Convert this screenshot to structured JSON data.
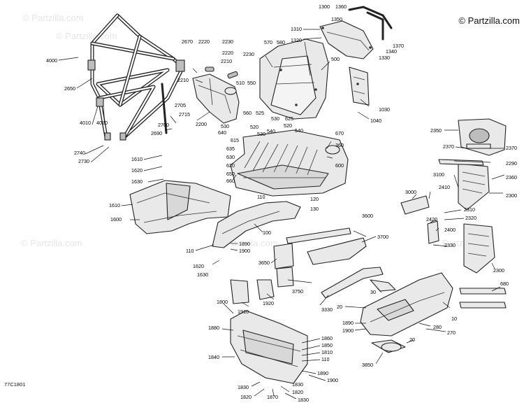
{
  "brand": "© Partzilla.com",
  "watermark": "© Partzilla.com",
  "diagram_code": "77C1801",
  "labels": {
    "l4000": "4000",
    "l2650": "2650",
    "l4010": "4010",
    "l4020": "4020",
    "l2740": "2740",
    "l2730": "2730",
    "l2670": "2670",
    "l2220": "2220",
    "l2230a": "2230",
    "l2220b": "2220",
    "l2230b": "2230",
    "l2210a": "2210",
    "l2210b": "2210",
    "l2200": "2200",
    "l2705": "2705",
    "l2715": "2715",
    "l2700": "2700",
    "l2690": "2690",
    "l570": "570",
    "l580": "580",
    "l510": "510",
    "l550": "550",
    "l560": "560",
    "l525": "525",
    "l625": "625",
    "l530a": "530",
    "l520": "520",
    "l540": "540",
    "l500": "500",
    "l1300": "1300",
    "l1360": "1360",
    "l1350": "1350",
    "l1310": "1310",
    "l1320": "1320",
    "l1370": "1370",
    "l1340": "1340",
    "l1330": "1330",
    "l1030": "1030",
    "l1040": "1040",
    "l530b": "530",
    "l640": "640",
    "l520b": "520",
    "l530c": "530",
    "l615": "615",
    "l540b": "540",
    "l635": "635",
    "l630": "630",
    "l620": "620",
    "l650": "650",
    "l660": "660",
    "l670": "670",
    "l360": "360",
    "l600": "600",
    "l1610a": "1610",
    "l1620": "1620",
    "l1630": "1630",
    "l1610b": "1610",
    "l1600": "1600",
    "l110a": "110",
    "l120": "120",
    "l130": "130",
    "l100": "100",
    "l110b": "110",
    "l1890a": "1890",
    "l1900a": "1900",
    "l1620b": "1620",
    "l1630b": "1630",
    "l3600": "3600",
    "l3700": "3700",
    "l3650": "3650",
    "l1910": "1910",
    "l1920": "1920",
    "l3750": "3750",
    "l3330": "3330",
    "l2350": "2350",
    "l2370a": "2370",
    "l2370b": "2370",
    "l2290": "2290",
    "l3100": "3100",
    "l3000": "3000",
    "l2410": "2410",
    "l2360": "2360",
    "l2300a": "2300",
    "l2310": "2310",
    "l2420": "2420",
    "l2320": "2320",
    "l2400": "2400",
    "l2330": "2330",
    "l2300b": "2300",
    "l30": "30",
    "l20a": "20",
    "l1890b": "1890",
    "l1900b": "1900",
    "l10": "10",
    "l280": "280",
    "l270": "270",
    "l20b": "20",
    "l680": "680",
    "l3850": "3850",
    "l1800": "1800",
    "l1880": "1880",
    "l1860": "1860",
    "l1850": "1850",
    "l1810": "1810",
    "l110c": "110",
    "l1840": "1840",
    "l1890c": "1890",
    "l1900c": "1900",
    "l1830a": "1830",
    "l1820a": "1820",
    "l1830b": "1830",
    "l1820b": "1820",
    "l1870": "1870",
    "l1830c": "1830"
  }
}
